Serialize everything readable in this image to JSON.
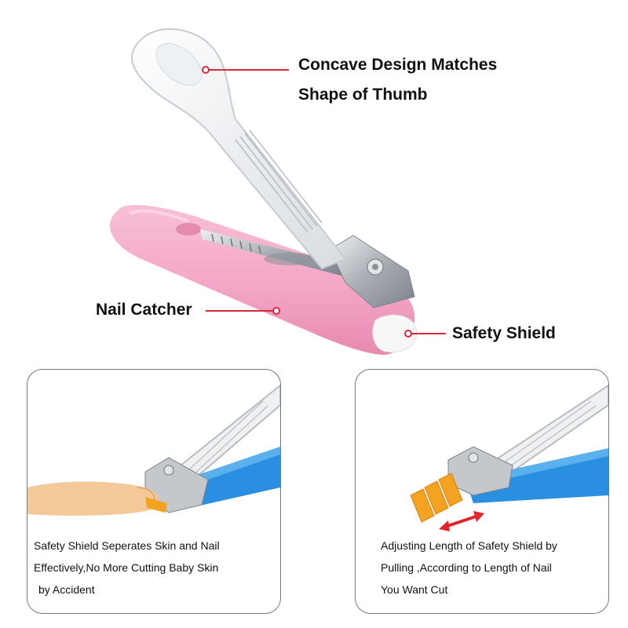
{
  "callouts": {
    "concave_line1": "Concave Design Matches",
    "concave_line2": "Shape of Thumb",
    "nail_catcher": "Nail Catcher",
    "safety_shield": "Safety Shield"
  },
  "panels": {
    "left": {
      "line1": "Safety Shield Seperates Skin and Nail",
      "line2": "Effectively,No  More Cutting Baby Skin",
      "line3": " by Accident"
    },
    "right": {
      "line1": "Adjusting Length of Safety Shield by",
      "line2": "Pulling ,According to Length of Nail",
      "line3": "You Want Cut"
    }
  },
  "colors": {
    "body_pink": "#f3a6c6",
    "lever_white": "#f4f6f8",
    "metal": "#b9bec4",
    "callout_red": "#d9283a",
    "panel_blue": "#2a8fe0",
    "arrow_red": "#e2262c",
    "nail_orange": "#f3a222"
  }
}
